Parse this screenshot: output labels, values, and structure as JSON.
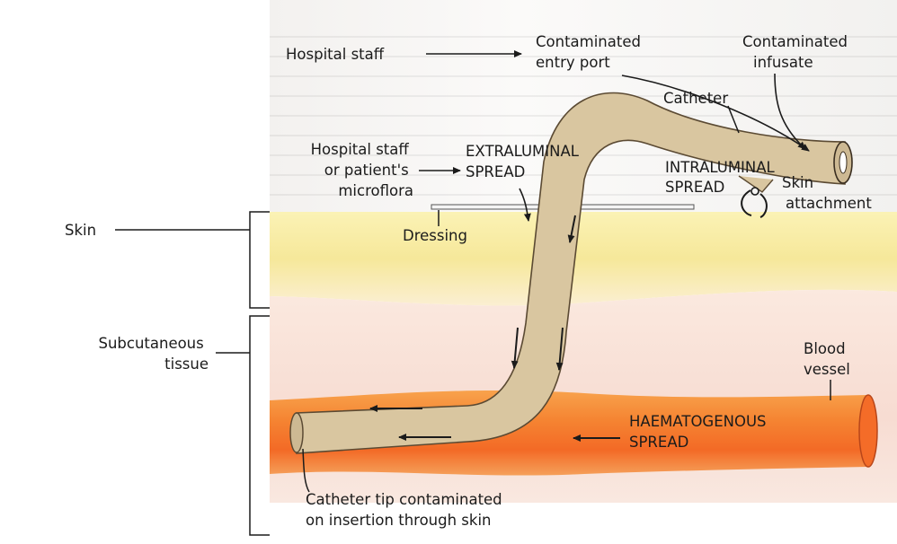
{
  "labels": {
    "hospital_staff": "Hospital staff",
    "contaminated_entry_port": [
      "Contaminated",
      "entry port"
    ],
    "contaminated_infusate": [
      "Contaminated",
      "infusate"
    ],
    "catheter": "Catheter",
    "hospital_staff_microflora": [
      "Hospital staff",
      "or patient's",
      "microflora"
    ],
    "extraluminal_spread": [
      "EXTRALUMINAL",
      "SPREAD"
    ],
    "intraluminal_spread": [
      "INTRALUMINAL",
      "SPREAD"
    ],
    "skin_attachment": [
      "Skin",
      "attachment"
    ],
    "skin": "Skin",
    "dressing": "Dressing",
    "subcutaneous_tissue": [
      "Subcutaneous",
      "tissue"
    ],
    "blood_vessel": [
      "Blood",
      "vessel"
    ],
    "haematogenous_spread": [
      "HAEMATOGENOUS",
      "SPREAD"
    ],
    "catheter_tip": [
      "Catheter tip contaminated",
      "on insertion through skin"
    ]
  },
  "colors": {
    "catheter_fill": "#d9c6a0",
    "skin_layer": "#f6eaa0",
    "subcutaneous_layer": "#f7ddd0",
    "vessel_outer": "#f37a2a",
    "vessel_inner": "#ff9a4a",
    "text": "#1b1b1b"
  }
}
